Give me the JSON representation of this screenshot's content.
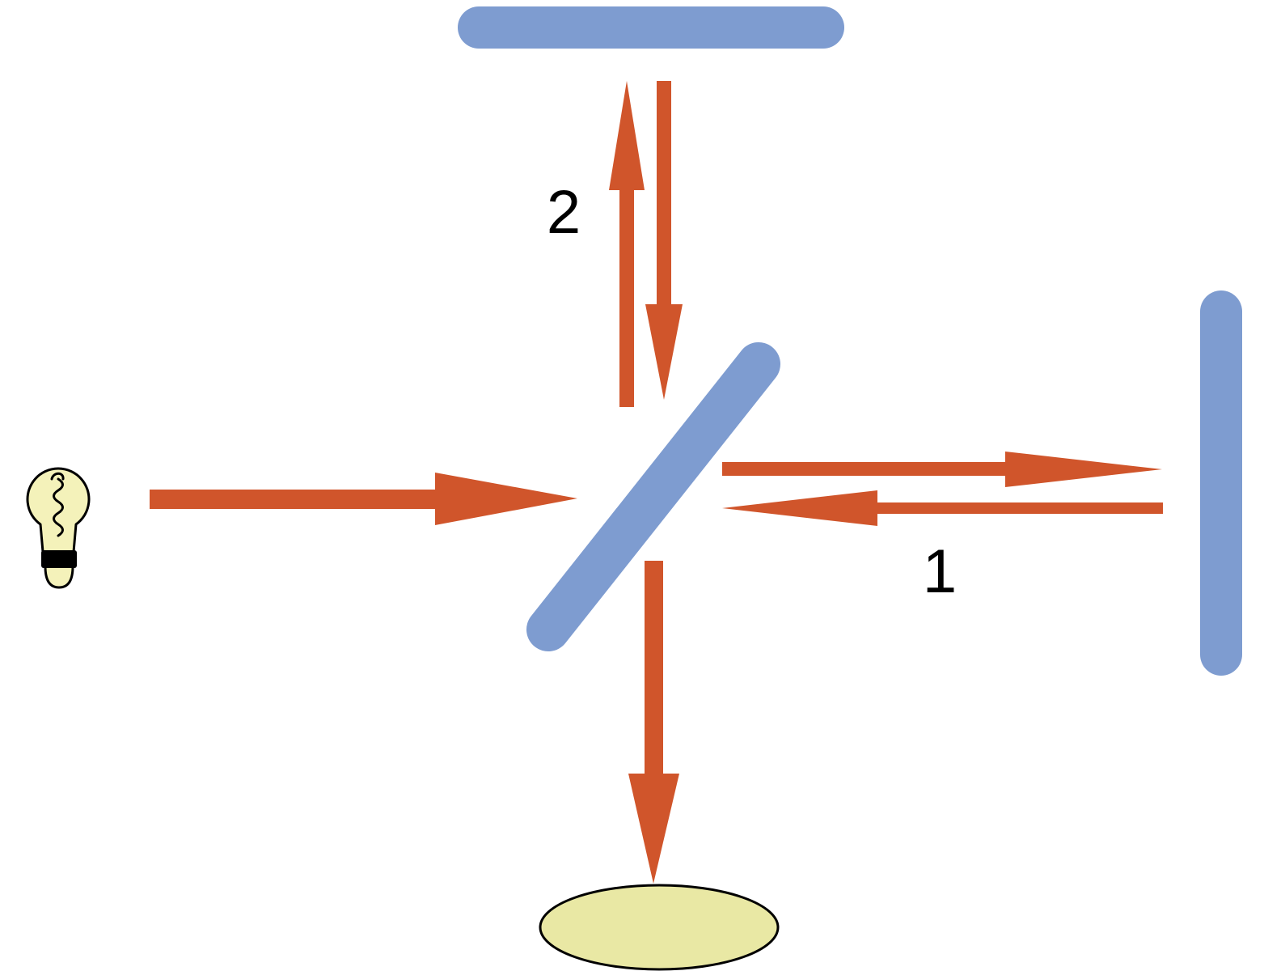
{
  "figure": {
    "name": "michelson-interferometer-diagram",
    "labels": {
      "arm1": "1",
      "arm2": "2"
    },
    "colors": {
      "mirror": "#7E9CD0",
      "beam": "#D0552B",
      "bulb": "#F4F2BA",
      "detector": "#E9E8A4",
      "outline": "#000000",
      "label_text": "#000000",
      "background": "#FFFFFF"
    }
  }
}
